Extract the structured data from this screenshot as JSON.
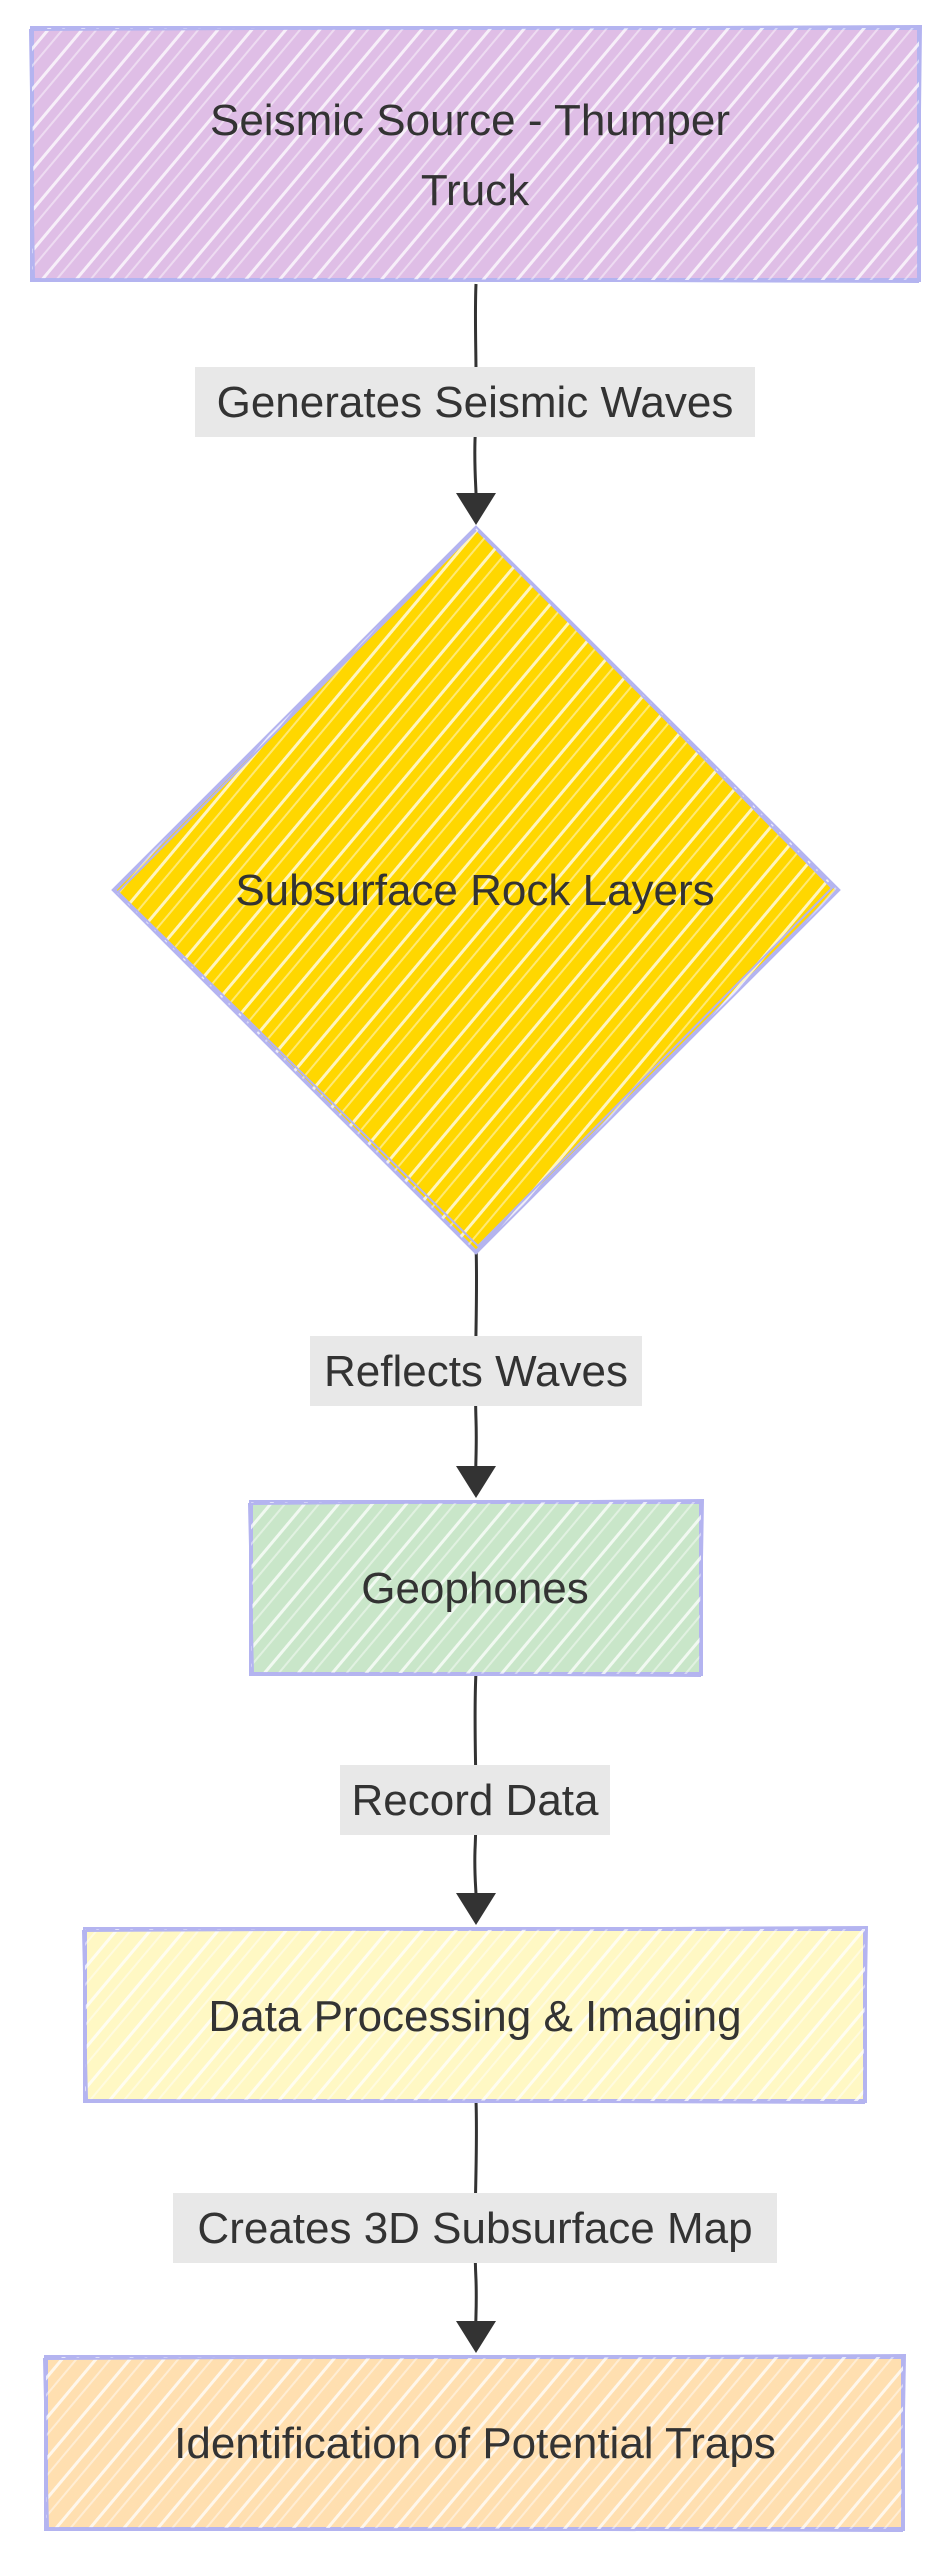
{
  "nodes": [
    {
      "id": "seismic-source",
      "label_lines": [
        "Seismic Source - Thumper",
        "Truck"
      ],
      "shape": "rect",
      "fill": "#dfbee6"
    },
    {
      "id": "subsurface-rock-layers",
      "label_lines": [
        "Subsurface Rock Layers"
      ],
      "shape": "diamond",
      "fill": "#ffd700"
    },
    {
      "id": "geophones",
      "label_lines": [
        "Geophones"
      ],
      "shape": "rect",
      "fill": "#c9e6c9"
    },
    {
      "id": "data-processing",
      "label_lines": [
        "Data Processing & Imaging"
      ],
      "shape": "rect",
      "fill": "#fff8c4"
    },
    {
      "id": "identification-traps",
      "label_lines": [
        "Identification of Potential Traps"
      ],
      "shape": "rect",
      "fill": "#ffdfb0"
    }
  ],
  "edges": [
    {
      "from": "seismic-source",
      "to": "subsurface-rock-layers",
      "label": "Generates Seismic Waves"
    },
    {
      "from": "subsurface-rock-layers",
      "to": "geophones",
      "label": "Reflects Waves"
    },
    {
      "from": "geophones",
      "to": "data-processing",
      "label": "Record Data"
    },
    {
      "from": "data-processing",
      "to": "identification-traps",
      "label": "Creates 3D Subsurface Map"
    }
  ],
  "colors": {
    "node_stroke": "#b4b4f0",
    "edge_stroke": "#333333",
    "edge_label_bg": "#e8e8e8",
    "text": "#333333"
  }
}
